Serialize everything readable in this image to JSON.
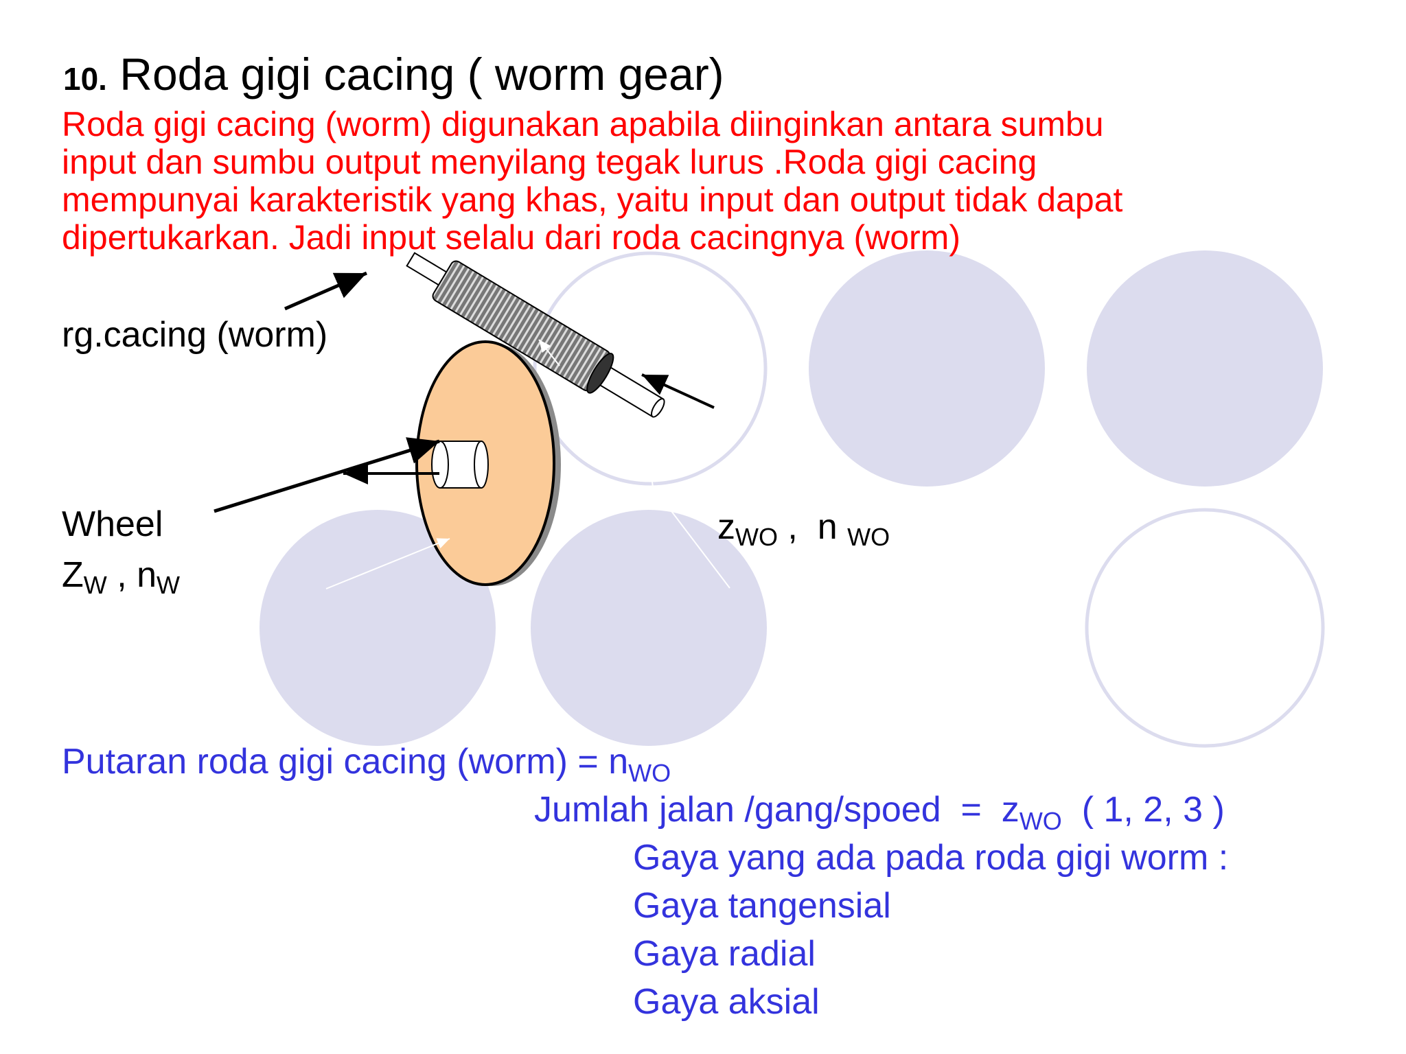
{
  "slide": {
    "title_number": "10.",
    "title_text": "Roda gigi  cacing ( worm gear)",
    "description_lines": [
      "Roda gigi cacing (worm) digunakan apabila diinginkan antara sumbu",
      "input dan sumbu output  menyilang tegak lurus .Roda gigi cacing",
      "mempunyai karakteristik yang khas, yaitu input dan output tidak dapat",
      "dipertukarkan. Jadi input selalu dari roda cacingnya (worm)"
    ],
    "colors": {
      "description": "#ff0000",
      "notes": "#3333dd",
      "wheel_fill": "#fbcb98",
      "decor_circle": "#dcdcee"
    }
  },
  "diagram": {
    "worm_label": "rg.cacing (worm)",
    "wheel_label": "Wheel",
    "wheel_z": "Z",
    "wheel_z_sub": "W",
    "wheel_sep": " , ",
    "wheel_n": "n",
    "wheel_n_sub": "W",
    "worm_z": "z",
    "worm_z_sub": "WO",
    "worm_sep": " ,  ",
    "worm_n": "n ",
    "worm_n_sub": "WO"
  },
  "notes": {
    "line1_text": "Putaran roda gigi cacing (worm) = n",
    "line1_sub": "WO",
    "line2_text": "Jumlah jalan /gang/spoed  =  z",
    "line2_sub": "WO",
    "line2_suffix": "  ( 1, 2, 3 )",
    "forces_heading": "Gaya yang ada pada roda gigi worm :",
    "forces": [
      "Gaya tangensial",
      "Gaya radial",
      "Gaya aksial"
    ]
  }
}
